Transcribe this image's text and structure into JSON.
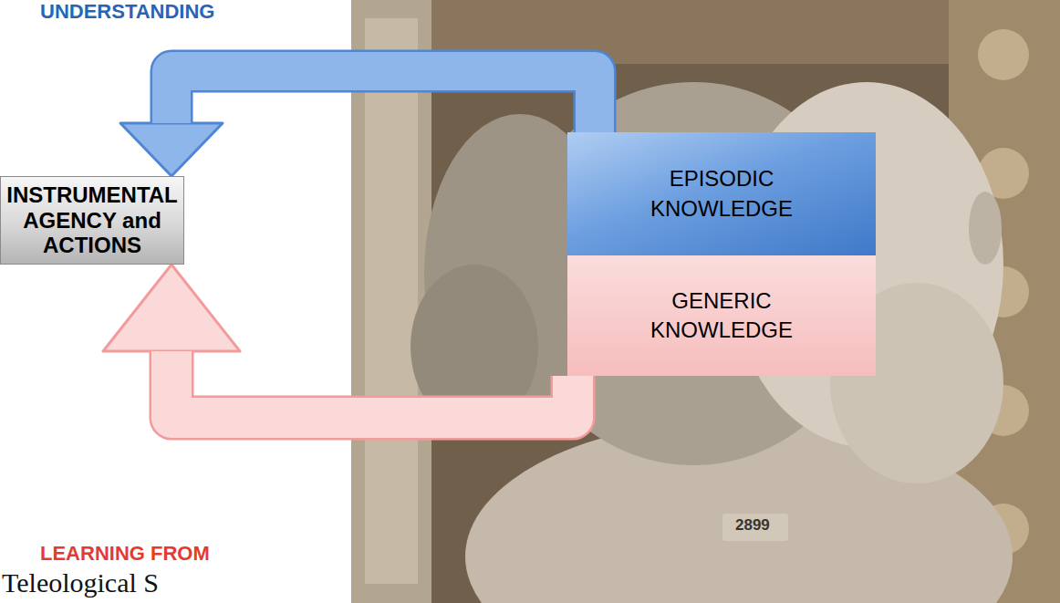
{
  "diagram": {
    "nodes": [
      {
        "text": [
          "INSTRUMENTAL AGENCY and ACTIONS"
        ]
      },
      {
        "text": [
          "EPISODIC KNOWLEDGE"
        ]
      },
      {
        "text": [
          "GENERIC KNOWLEDGE"
        ]
      }
    ],
    "edges": [
      {
        "from": 1,
        "to": 0,
        "arrow": "to"
      },
      {
        "from": 2,
        "to": 0,
        "arrow": "to"
      }
    ],
    "labels": [
      "UNDERSTANDING",
      "LEARNING FROM",
      "2899",
      "Teleological S"
    ]
  }
}
